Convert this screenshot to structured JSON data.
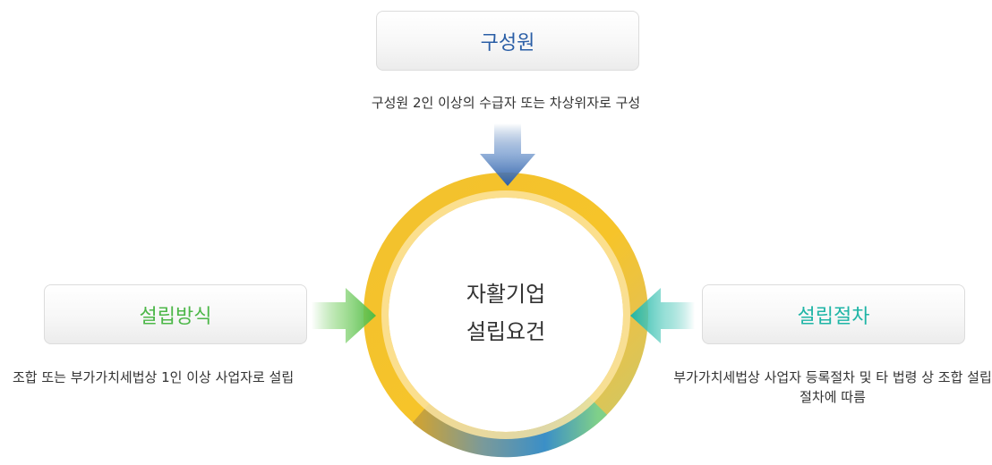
{
  "center": {
    "line1": "자활기업",
    "line2": "설립요건"
  },
  "top_node": {
    "title": "구성원",
    "description": "구성원 2인 이상의 수급자 또는 차상위자로 구성",
    "color": "#2a5ea6"
  },
  "left_node": {
    "title": "설립방식",
    "description": "조합 또는 부가가치세법상 1인 이상 사업자로 설립",
    "color": "#4cb748"
  },
  "right_node": {
    "title": "설립절차",
    "description": "부가가치세법상 사업자 등록절차 및 타 법령 상 조합 설립 절차에 따름",
    "color": "#1fb5a6"
  },
  "ring_colors": {
    "gold": "#f3bf2a",
    "blue": "#3b8fc7",
    "green": "#8fd26a"
  }
}
